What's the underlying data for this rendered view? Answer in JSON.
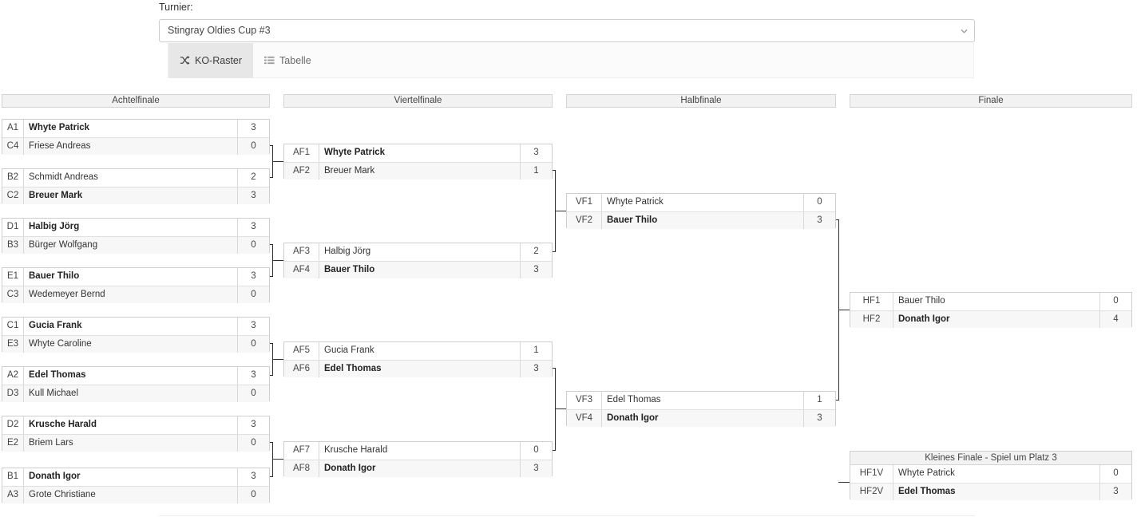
{
  "header": {
    "tournament_label": "Turnier:",
    "selected_tournament": "Stingray Oldies Cup #3",
    "caret_icon": "chevron-down-icon"
  },
  "tabs": [
    {
      "label": "KO-Raster",
      "icon": "shuffle-icon",
      "active": true
    },
    {
      "label": "Tabelle",
      "icon": "list-icon",
      "active": false
    }
  ],
  "rounds": [
    {
      "id": "achtelfinale",
      "title": "Achtelfinale"
    },
    {
      "id": "viertelfinale",
      "title": "Viertelfinale"
    },
    {
      "id": "halbfinale",
      "title": "Halbfinale"
    },
    {
      "id": "finale",
      "title": "Finale"
    }
  ],
  "third_place": {
    "title": "Kleines Finale - Spiel um Platz 3"
  },
  "matches": {
    "achtelfinale": [
      {
        "top": {
          "seed": "A1",
          "name": "Whyte Patrick",
          "score": "3",
          "winner": true
        },
        "bottom": {
          "seed": "C4",
          "name": "Friese Andreas",
          "score": "0",
          "winner": false
        }
      },
      {
        "top": {
          "seed": "B2",
          "name": "Schmidt Andreas",
          "score": "2",
          "winner": false
        },
        "bottom": {
          "seed": "C2",
          "name": "Breuer Mark",
          "score": "3",
          "winner": true
        }
      },
      {
        "top": {
          "seed": "D1",
          "name": "Halbig Jörg",
          "score": "3",
          "winner": true
        },
        "bottom": {
          "seed": "B3",
          "name": "Bürger Wolfgang",
          "score": "0",
          "winner": false
        }
      },
      {
        "top": {
          "seed": "E1",
          "name": "Bauer Thilo",
          "score": "3",
          "winner": true
        },
        "bottom": {
          "seed": "C3",
          "name": "Wedemeyer Bernd",
          "score": "0",
          "winner": false
        }
      },
      {
        "top": {
          "seed": "C1",
          "name": "Gucia Frank",
          "score": "3",
          "winner": true
        },
        "bottom": {
          "seed": "E3",
          "name": "Whyte Caroline",
          "score": "0",
          "winner": false
        }
      },
      {
        "top": {
          "seed": "A2",
          "name": "Edel Thomas",
          "score": "3",
          "winner": true
        },
        "bottom": {
          "seed": "D3",
          "name": "Kull Michael",
          "score": "0",
          "winner": false
        }
      },
      {
        "top": {
          "seed": "D2",
          "name": "Krusche Harald",
          "score": "3",
          "winner": true
        },
        "bottom": {
          "seed": "E2",
          "name": "Briem Lars",
          "score": "0",
          "winner": false
        }
      },
      {
        "top": {
          "seed": "B1",
          "name": "Donath Igor",
          "score": "3",
          "winner": true
        },
        "bottom": {
          "seed": "A3",
          "name": "Grote Christiane",
          "score": "0",
          "winner": false
        }
      }
    ],
    "viertelfinale": [
      {
        "top": {
          "seed": "AF1",
          "name": "Whyte Patrick",
          "score": "3",
          "winner": true
        },
        "bottom": {
          "seed": "AF2",
          "name": "Breuer Mark",
          "score": "1",
          "winner": false
        }
      },
      {
        "top": {
          "seed": "AF3",
          "name": "Halbig Jörg",
          "score": "2",
          "winner": false
        },
        "bottom": {
          "seed": "AF4",
          "name": "Bauer Thilo",
          "score": "3",
          "winner": true
        }
      },
      {
        "top": {
          "seed": "AF5",
          "name": "Gucia Frank",
          "score": "1",
          "winner": false
        },
        "bottom": {
          "seed": "AF6",
          "name": "Edel Thomas",
          "score": "3",
          "winner": true
        }
      },
      {
        "top": {
          "seed": "AF7",
          "name": "Krusche Harald",
          "score": "0",
          "winner": false
        },
        "bottom": {
          "seed": "AF8",
          "name": "Donath Igor",
          "score": "3",
          "winner": true
        }
      }
    ],
    "halbfinale": [
      {
        "top": {
          "seed": "VF1",
          "name": "Whyte Patrick",
          "score": "0",
          "winner": false
        },
        "bottom": {
          "seed": "VF2",
          "name": "Bauer Thilo",
          "score": "3",
          "winner": true
        }
      },
      {
        "top": {
          "seed": "VF3",
          "name": "Edel Thomas",
          "score": "1",
          "winner": false
        },
        "bottom": {
          "seed": "VF4",
          "name": "Donath Igor",
          "score": "3",
          "winner": true
        }
      }
    ],
    "finale": [
      {
        "top": {
          "seed": "HF1",
          "name": "Bauer Thilo",
          "score": "0",
          "winner": false
        },
        "bottom": {
          "seed": "HF2",
          "name": "Donath Igor",
          "score": "4",
          "winner": true
        }
      }
    ],
    "kleines_finale": [
      {
        "top": {
          "seed": "HF1V",
          "name": "Whyte Patrick",
          "score": "0",
          "winner": false
        },
        "bottom": {
          "seed": "HF2V",
          "name": "Edel Thomas",
          "score": "3",
          "winner": true
        }
      }
    ]
  }
}
